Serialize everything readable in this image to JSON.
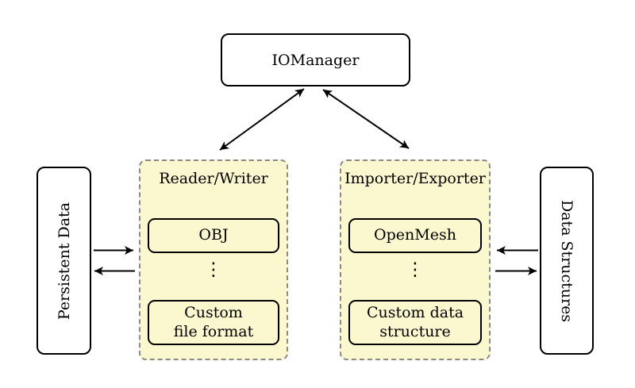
{
  "colors": {
    "background": "#ffffff",
    "group_fill": "#fbf7cf",
    "group_border": "#8a8a8a",
    "node_fill": "#ffffff",
    "line": "#000000"
  },
  "nodes": {
    "io_manager": {
      "label": "IOManager"
    },
    "persistent_data": {
      "label": "Persistent Data"
    },
    "data_structures": {
      "label": "Data Structures"
    },
    "reader_writer": {
      "title": "Reader/Writer",
      "top_box": "OBJ",
      "ellipsis": "⋮",
      "bottom_box": "Custom\nfile format"
    },
    "importer_exporter": {
      "title": "Importer/Exporter",
      "top_box": "OpenMesh",
      "ellipsis": "⋮",
      "bottom_box": "Custom data\nstructure"
    }
  }
}
